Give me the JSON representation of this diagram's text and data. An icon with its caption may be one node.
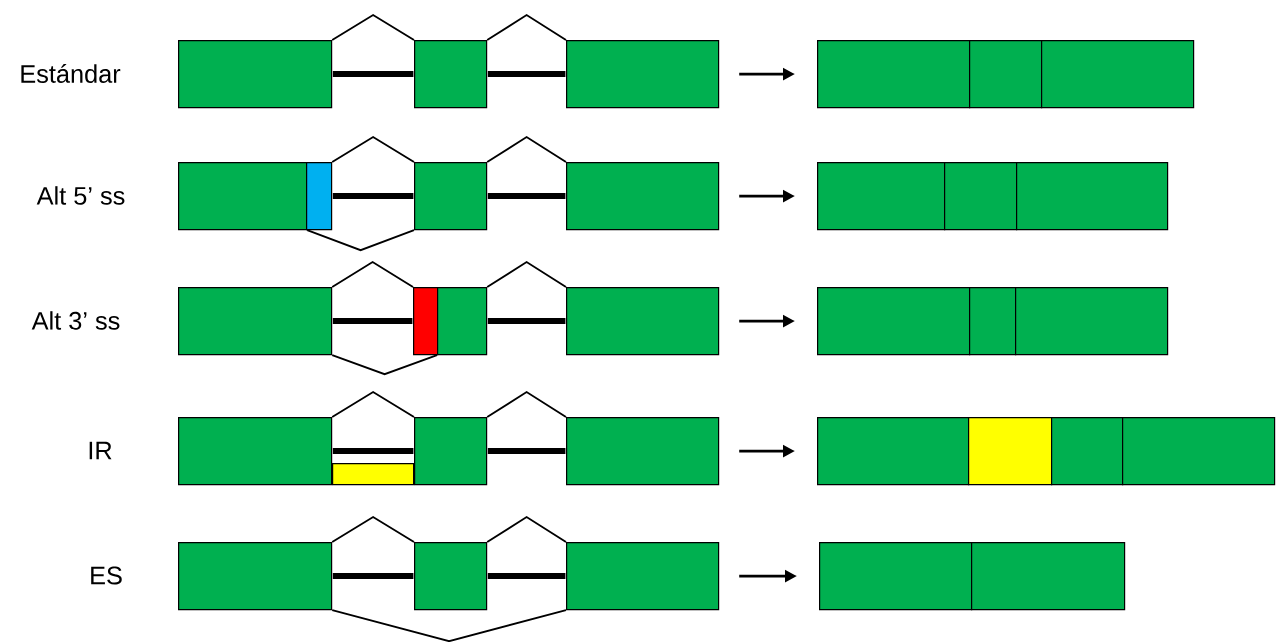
{
  "diagram": {
    "nodes": [
      {
        "text": [],
        "shape": "box"
      },
      {
        "text": [],
        "shape": "box"
      },
      {
        "text": [],
        "shape": "box"
      },
      {
        "text": [],
        "shape": "box"
      },
      {
        "text": [],
        "shape": "box"
      },
      {
        "text": [],
        "shape": "box"
      },
      {
        "text": [],
        "shape": "box"
      },
      {
        "text": [],
        "shape": "box"
      },
      {
        "text": [],
        "shape": "box"
      },
      {
        "text": [],
        "shape": "box"
      },
      {
        "text": [],
        "shape": "box"
      },
      {
        "text": [],
        "shape": "box"
      },
      {
        "text": [],
        "shape": "box"
      },
      {
        "text": [],
        "shape": "box"
      },
      {
        "text": [],
        "shape": "box"
      },
      {
        "text": [],
        "shape": "box"
      },
      {
        "text": [],
        "shape": "box"
      },
      {
        "text": [],
        "shape": "box"
      },
      {
        "text": [],
        "shape": "box"
      },
      {
        "text": [],
        "shape": "box"
      },
      {
        "text": [],
        "shape": "box"
      },
      {
        "text": [],
        "shape": "box"
      },
      {
        "text": [],
        "shape": "box"
      },
      {
        "text": [],
        "shape": "box"
      },
      {
        "text": [],
        "shape": "box"
      },
      {
        "text": [],
        "shape": "box"
      },
      {
        "text": [],
        "shape": "box"
      },
      {
        "text": [],
        "shape": "box"
      },
      {
        "text": [],
        "shape": "box"
      },
      {
        "text": [],
        "shape": "box"
      },
      {
        "text": [],
        "shape": "box"
      },
      {
        "text": [],
        "shape": "box"
      },
      {
        "text": [],
        "shape": "box"
      }
    ],
    "edges": [
      {
        "from": 0,
        "to": 1,
        "arrow": "none",
        "style": "thick"
      },
      {
        "from": 0,
        "to": 1,
        "arrow": "none"
      },
      {
        "from": 1,
        "to": 2,
        "arrow": "none",
        "style": "thick"
      },
      {
        "from": 1,
        "to": 2,
        "arrow": "none"
      },
      {
        "from": 2,
        "to": 3,
        "arrow": "to"
      },
      {
        "from": 7,
        "to": 8,
        "arrow": "none",
        "style": "thick"
      },
      {
        "from": 7,
        "to": 8,
        "arrow": "none"
      },
      {
        "from": 6,
        "to": 8,
        "arrow": "none"
      },
      {
        "from": 8,
        "to": 9,
        "arrow": "none",
        "style": "thick"
      },
      {
        "from": 8,
        "to": 9,
        "arrow": "none"
      },
      {
        "from": 9,
        "to": 10,
        "arrow": "to"
      },
      {
        "from": 13,
        "to": 14,
        "arrow": "none",
        "style": "thick"
      },
      {
        "from": 13,
        "to": 14,
        "arrow": "none"
      },
      {
        "from": 13,
        "to": 15,
        "arrow": "none"
      },
      {
        "from": 15,
        "to": 16,
        "arrow": "none",
        "style": "thick"
      },
      {
        "from": 15,
        "to": 16,
        "arrow": "none"
      },
      {
        "from": 16,
        "to": 17,
        "arrow": "to"
      },
      {
        "from": 20,
        "to": 22,
        "arrow": "none",
        "style": "thick"
      },
      {
        "from": 20,
        "to": 22,
        "arrow": "none"
      },
      {
        "from": 22,
        "to": 23,
        "arrow": "none",
        "style": "thick"
      },
      {
        "from": 22,
        "to": 23,
        "arrow": "none"
      },
      {
        "from": 23,
        "to": 24,
        "arrow": "to"
      },
      {
        "from": 28,
        "to": 29,
        "arrow": "none",
        "style": "thick"
      },
      {
        "from": 28,
        "to": 29,
        "arrow": "none"
      },
      {
        "from": 29,
        "to": 30,
        "arrow": "none",
        "style": "thick"
      },
      {
        "from": 29,
        "to": 30,
        "arrow": "none"
      },
      {
        "from": 28,
        "to": 30,
        "arrow": "none"
      },
      {
        "from": 30,
        "to": 31,
        "arrow": "to"
      }
    ],
    "labels": [
      "Estándar",
      "Alt 5’ ss",
      "Alt 3’ ss",
      "IR",
      "ES"
    ]
  }
}
